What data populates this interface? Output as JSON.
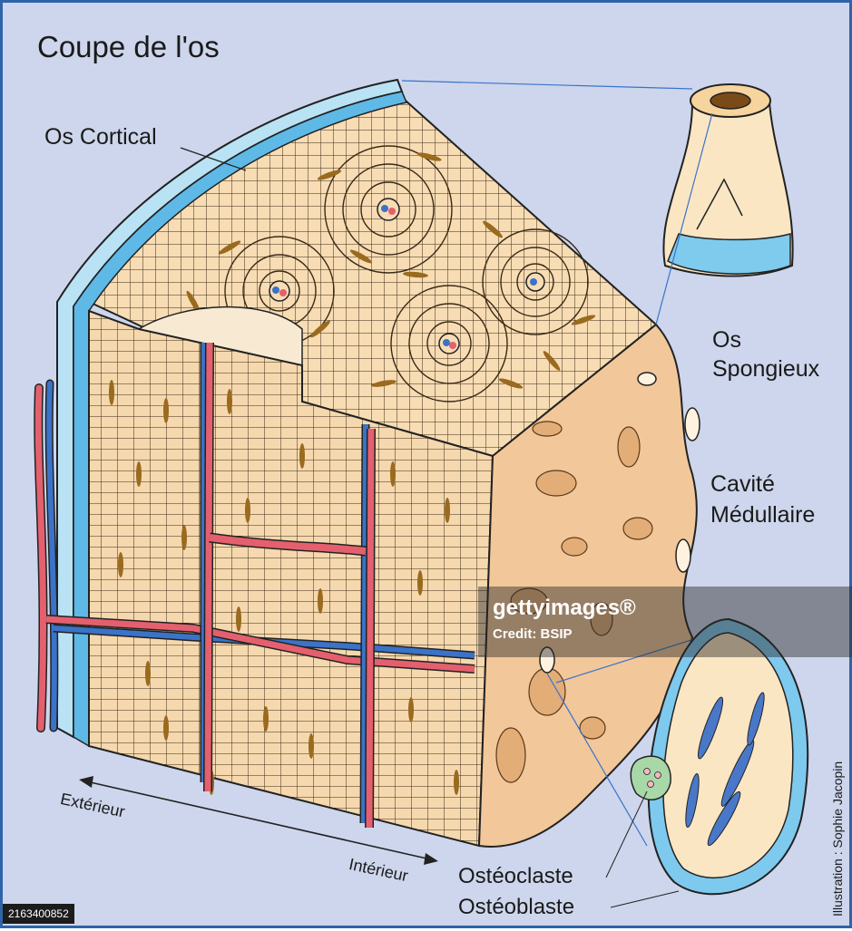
{
  "title": "Coupe de l'os",
  "labels": {
    "os_cortical": "Os Cortical",
    "os_spongieux_1": "Os",
    "os_spongieux_2": "Spongieux",
    "cavite_1": "Cavité",
    "cavite_2": "Médullaire",
    "exterieur": "Extérieur",
    "interieur": "Intérieur",
    "osteoclaste": "Ostéoclaste",
    "osteoblaste": "Ostéoblaste"
  },
  "credit": "Illustration : Sophie Jacopin",
  "watermark": {
    "brand": "gettyimages®",
    "credit": "Credit: BSIP"
  },
  "image_id": "2163400852",
  "colors": {
    "background": "#cdd6ec",
    "frame": "#2f64a8",
    "bone": "#f7dcb4",
    "spongy": "#f2c79a",
    "lamella": "#9a6a1e",
    "artery": "#e4606e",
    "vein": "#3a73c8",
    "periosteum": "#8fd2ee",
    "osteoclast": "#a8d8a8"
  }
}
